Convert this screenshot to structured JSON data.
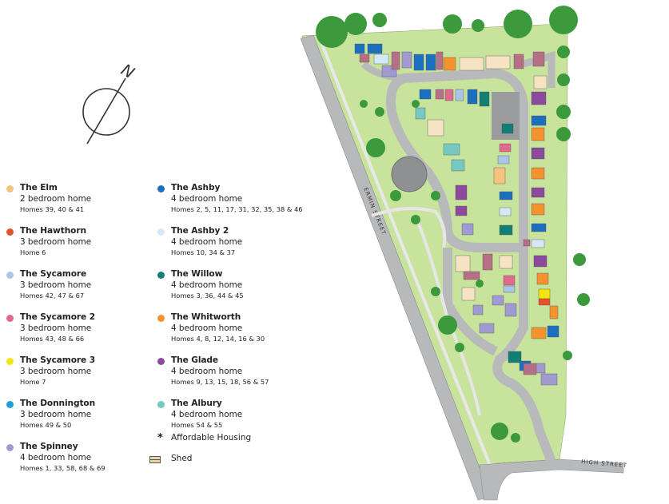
{
  "compass": {
    "label": "N"
  },
  "legend": {
    "left": [
      {
        "name": "The Elm",
        "bedrooms": "2 bedroom home",
        "homes": "Homes 39, 40 & 41",
        "color": "#f6c27e"
      },
      {
        "name": "The Hawthorn",
        "bedrooms": "3 bedroom home",
        "homes": "Home 6",
        "color": "#e2542b"
      },
      {
        "name": "The Sycamore",
        "bedrooms": "3 bedroom home",
        "homes": "Homes 42, 47 & 67",
        "color": "#a9c6e6"
      },
      {
        "name": "The Sycamore 2",
        "bedrooms": "3 bedroom home",
        "homes": "Homes 43, 48 & 66",
        "color": "#e06a8c"
      },
      {
        "name": "The Sycamore 3",
        "bedrooms": "3 bedroom home",
        "homes": "Home 7",
        "color": "#f5e50f"
      },
      {
        "name": "The Donnington",
        "bedrooms": "3 bedroom home",
        "homes": "Homes 49 & 50",
        "color": "#1ea1d6"
      },
      {
        "name": "The Spinney",
        "bedrooms": "4 bedroom home",
        "homes": "Homes 1, 33, 58, 68 & 69",
        "color": "#a09ad0"
      }
    ],
    "right": [
      {
        "name": "The Ashby",
        "bedrooms": "4 bedroom home",
        "homes": "Homes 2, 5, 11, 17, 31, 32, 35, 38 & 46",
        "color": "#1b6fbe"
      },
      {
        "name": "The Ashby 2",
        "bedrooms": "4 bedroom home",
        "homes": "Homes 10, 34 & 37",
        "color": "#d4e8f5"
      },
      {
        "name": "The Willow",
        "bedrooms": "4 bedroom home",
        "homes": "Homes 3, 36, 44 & 45",
        "color": "#117f73"
      },
      {
        "name": "The Whitworth",
        "bedrooms": "4 bedroom home",
        "homes": "Homes 4, 8, 12, 14, 16 & 30",
        "color": "#f4922e"
      },
      {
        "name": "The Glade",
        "bedrooms": "4 bedroom home",
        "homes": "Homes 9, 13, 15, 18, 56 & 57",
        "color": "#8b4a9c"
      },
      {
        "name": "The Albury",
        "bedrooms": "4 bedroom home",
        "homes": "Homes 54 & 55",
        "color": "#76c9c2"
      }
    ],
    "affordable_label": "Affordable Housing",
    "affordable_symbol": "*",
    "shed_label": "Shed"
  },
  "map": {
    "streets": [
      "ERMIN STREET",
      "HIGH STREET"
    ],
    "colors": {
      "grass": "#c8e39c",
      "grass_dark": "#b7d985",
      "road": "#b8b9bb",
      "road_edge": "#8e8f91",
      "tree": "#3c9a3c",
      "garage": "#b76f86",
      "roundabout": "#8f9091"
    }
  }
}
